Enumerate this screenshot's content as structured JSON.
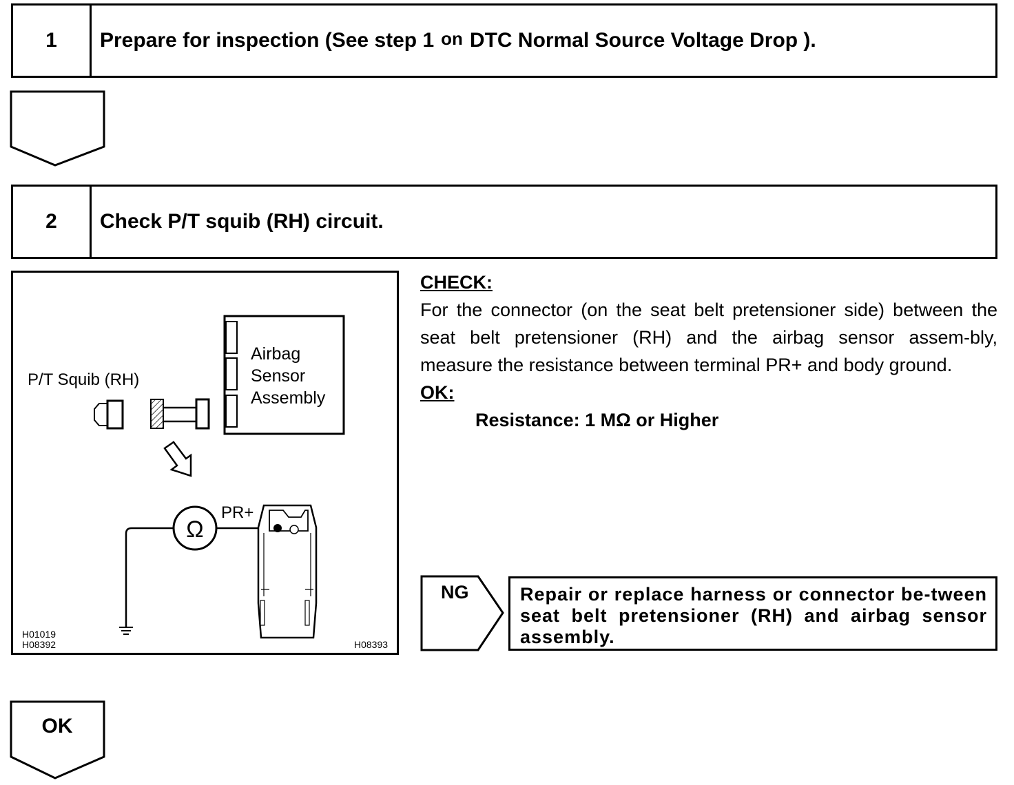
{
  "steps": [
    {
      "number": "1",
      "title_part1": "Prepare for inspection (See step 1",
      "title_on": "on",
      "title_part2": "DTC Normal Source Voltage Drop )."
    },
    {
      "number": "2",
      "title": "Check P/T squib (RH) circuit."
    }
  ],
  "diagram": {
    "squib_label": "P/T Squib (RH)",
    "sensor_label_1": "Airbag",
    "sensor_label_2": "Sensor",
    "sensor_label_3": "Assembly",
    "ohm_symbol": "Ω",
    "terminal_label": "PR+",
    "code_1": "H01019",
    "code_2": "H08392",
    "code_3": "H08393"
  },
  "check": {
    "check_label": "CHECK:",
    "check_text": "For the connector (on the seat belt pretensioner side) between the seat belt pretensioner (RH) and the airbag sensor assem-bly, measure the resistance between terminal PR+ and body ground.",
    "ok_label": "OK:",
    "resistance": "Resistance: 1 MΩ or Higher"
  },
  "ng_branch": {
    "label": "NG",
    "text": "Repair or replace harness or connector be-tween seat belt pretensioner (RH) and airbag sensor assembly."
  },
  "ok_branch": {
    "label": "OK"
  }
}
